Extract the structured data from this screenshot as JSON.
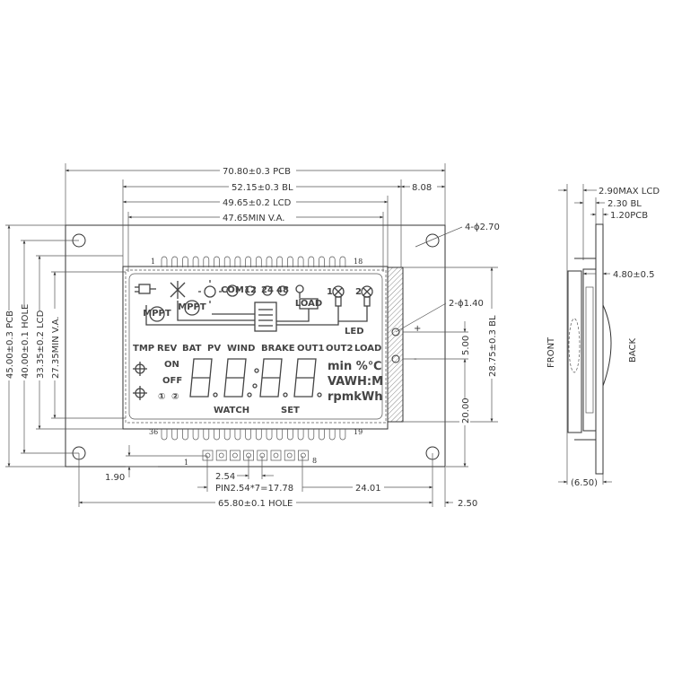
{
  "top_dims": {
    "pcb": "70.80±0.3 PCB",
    "bl": "52.15±0.3 BL",
    "bl_offset": "8.08",
    "lcd": "49.65±0.2 LCD",
    "va": "47.65MIN V.A.",
    "holes": "4-ϕ2.70"
  },
  "left_dims": {
    "pcb": "45.00±0.3 PCB",
    "hole": "40.00±0.1 HOLE",
    "lcd": "33.35±0.2 LCD",
    "va": "27.35MIN V.A."
  },
  "right_dims": {
    "led_holes": "2-ϕ1.40",
    "plus": "+",
    "minus": "-",
    "pitch": "5.00",
    "bl": "28.75±0.3 BL",
    "offset": "20.00"
  },
  "bottom_dims": {
    "edge": "1.90",
    "pin_pitch": "2.54",
    "pins": "PIN2.54*7=17.78",
    "pin_to_hole": "24.01",
    "hole": "65.80±0.1 HOLE",
    "margin": "2.50",
    "pin_first": "1",
    "pin_last": "8"
  },
  "lcd_pins": {
    "top_first": "1",
    "top_last": "18",
    "bottom_first": "36",
    "bottom_last": "19"
  },
  "lcd": {
    "icons": {
      "mppt1": "MPPT",
      "mppt2": "MPPT",
      "com": "COM",
      "v12": "12",
      "v24": "24",
      "v48": "48",
      "load": "LOAD",
      "led": "LED",
      "led1": "1",
      "led2": "2"
    },
    "labels": [
      "TMP",
      "REV",
      "BAT",
      "PV",
      "WIND",
      "BRAKE",
      "OUT1",
      "OUT2",
      "LOAD"
    ],
    "on": "ON",
    "off": "OFF",
    "circ1": "①",
    "circ2": "②",
    "units1": "min %℃",
    "units2": "VAWH:M",
    "units3": "rpmkWh",
    "watch": "WATCH",
    "set": "SET"
  },
  "side_view": {
    "lcd": "2.90MAX LCD",
    "bl": "2.30 BL",
    "pcb": "1.20PCB",
    "height": "4.80±0.5",
    "total": "(6.50)",
    "front": "FRONT",
    "back": "BACK"
  }
}
